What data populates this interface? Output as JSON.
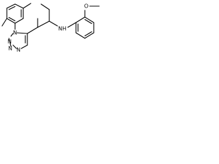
{
  "structure": {
    "atoms": {
      "n1": "N",
      "n2": "N",
      "n3": "N",
      "n4": "N",
      "nh": "NH",
      "o": "O"
    }
  },
  "colors": {
    "bond": "#000000",
    "background": "#ffffff"
  }
}
